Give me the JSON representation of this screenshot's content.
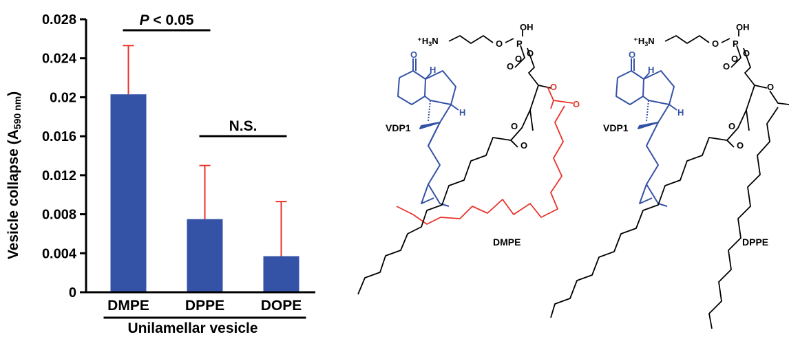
{
  "chart_data": {
    "type": "bar",
    "categories": [
      "DMPE",
      "DPPE",
      "DOPE"
    ],
    "values": [
      0.0203,
      0.0075,
      0.0037
    ],
    "errors": [
      0.005,
      0.0055,
      0.0056
    ],
    "ylabel_main": "Vesicle collapse (A",
    "ylabel_sub": "590 nm",
    "ylabel_end": ")",
    "xlabel": "Unilamellar vesicle",
    "ylim": [
      0,
      0.028
    ],
    "yticks": [
      "0",
      "0.004",
      "0.008",
      "0.012",
      "0.016",
      "0.02",
      "0.024",
      "0.028"
    ],
    "ytick_values": [
      0,
      0.004,
      0.008,
      0.012,
      0.016,
      0.02,
      0.024,
      0.028
    ],
    "bar_color": "#3452a6",
    "error_color": "#e8322a",
    "grid": false,
    "annotations": [
      {
        "between": [
          0,
          1
        ],
        "text_italic": "P",
        "text_rest": " < 0.05"
      },
      {
        "between": [
          1,
          2
        ],
        "text_italic": "",
        "text_rest": "N.S."
      }
    ]
  },
  "structures": {
    "vdp1_color": "#3452a6",
    "chain_color": "#000000",
    "unsat_color": "#e8322a",
    "left": {
      "drug_label": "VDP1",
      "lipid_label": "DMPE"
    },
    "right": {
      "drug_label": "VDP1",
      "lipid_label": "DPPE"
    },
    "atoms": {
      "amine": "+H3N",
      "oh": "OH",
      "o": "O",
      "p": "P",
      "h": "H"
    }
  }
}
